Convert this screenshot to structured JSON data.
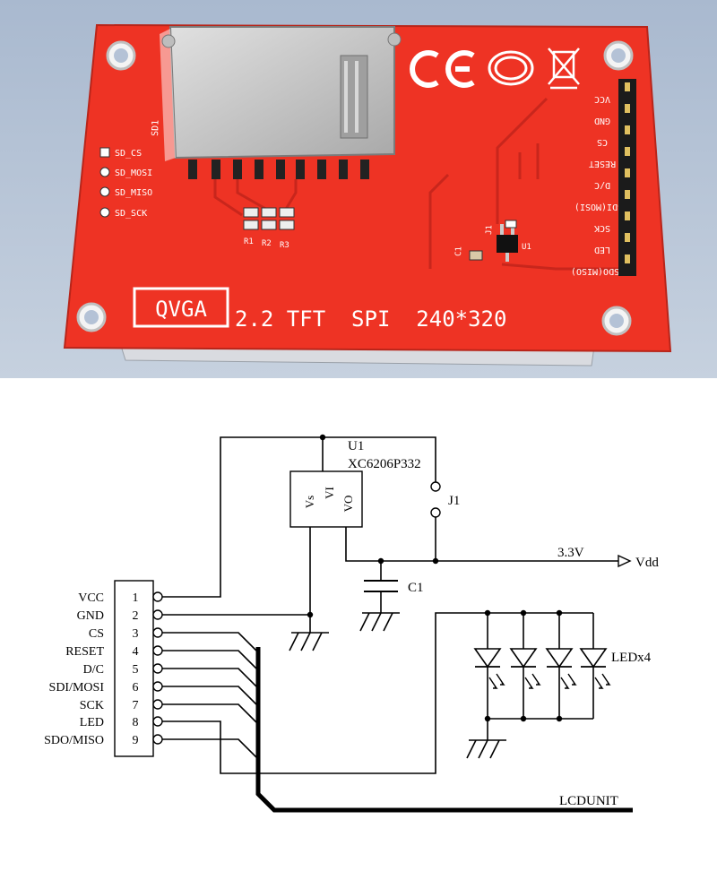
{
  "photo": {
    "board_title": "QVGA",
    "board_spec": "2.2 TFT  SPI  240*320",
    "sd_labels": [
      "SD_CS",
      "SD_MOSI",
      "SD_MISO",
      "SD_SCK"
    ],
    "header_pins": [
      "VCC",
      "GND",
      "CS",
      "RESET",
      "D/C",
      "SDI(MOSI)",
      "SCK",
      "LED",
      "SDO(MISO)"
    ],
    "resistor_labels": [
      "R1",
      "R2",
      "R3"
    ],
    "j1_label": "J1",
    "u1_label": "U1",
    "c1_label": "C1",
    "sd_slot_label": "SD1",
    "colors": {
      "pcb": "#ee3324",
      "background": "#b4c2d6",
      "silk": "#ffffff",
      "sd_slot": "#c9c9c9"
    }
  },
  "schematic": {
    "connector_pins": [
      {
        "name": "VCC",
        "number": "1"
      },
      {
        "name": "GND",
        "number": "2"
      },
      {
        "name": "CS",
        "number": "3"
      },
      {
        "name": "RESET",
        "number": "4"
      },
      {
        "name": "D/C",
        "number": "5"
      },
      {
        "name": "SDI/MOSI",
        "number": "6"
      },
      {
        "name": "SCK",
        "number": "7"
      },
      {
        "name": "LED",
        "number": "8"
      },
      {
        "name": "SDO/MISO",
        "number": "9"
      }
    ],
    "regulator": {
      "ref": "U1",
      "part": "XC6206P332",
      "pins": [
        "Vs",
        "VI",
        "VO"
      ]
    },
    "jumper": "J1",
    "capacitor": "C1",
    "voltage": "3.3V",
    "vdd": "Vdd",
    "leds": "LEDx4",
    "bus": "LCDUNIT"
  }
}
